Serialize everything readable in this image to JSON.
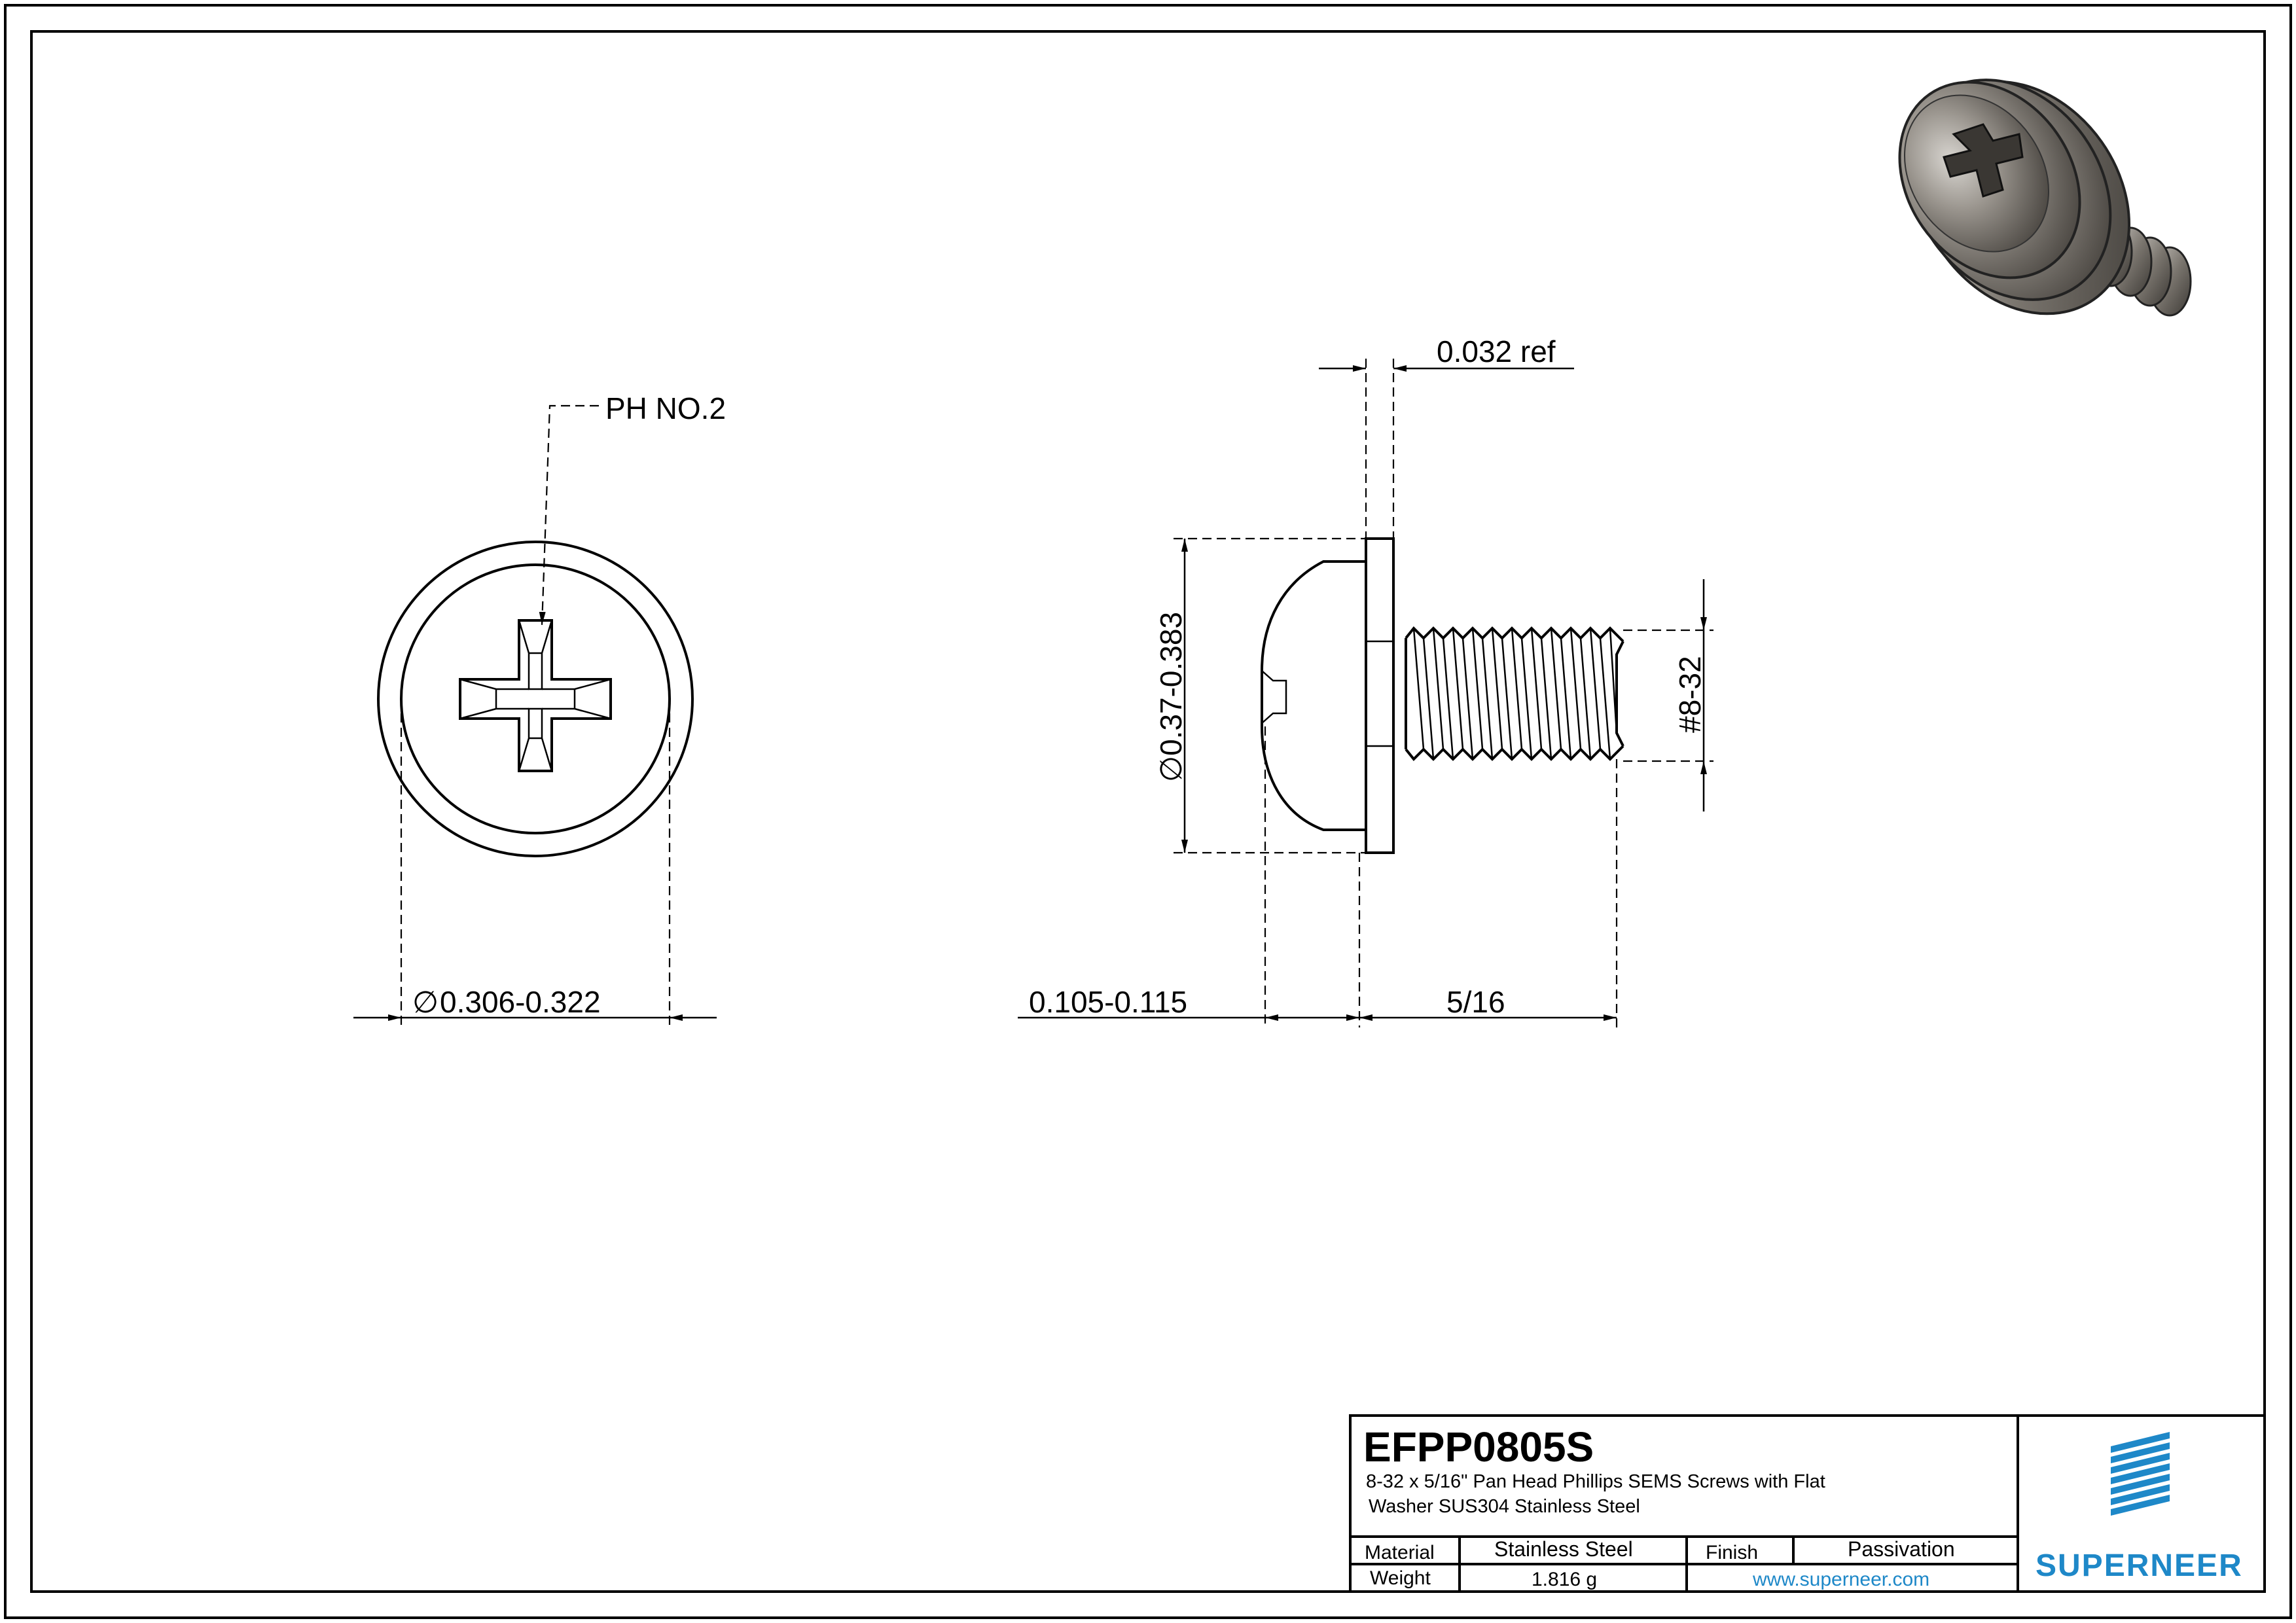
{
  "front_view": {
    "callout": "PH NO.2",
    "diameter_dim": "0.306-0.322"
  },
  "side_view": {
    "washer_thickness": "0.032 ref",
    "head_diameter": "0.37-0.383",
    "thread_size": "#8-32",
    "head_height": "0.105-0.115",
    "length": "5/16"
  },
  "diameter_symbol": "∅",
  "title_block": {
    "part_number": "EFPP0805S",
    "description_line1": "8-32 x 5/16\" Pan Head Phillips SEMS Screws with Flat",
    "description_line2": "Washer SUS304 Stainless Steel",
    "material_label": "Material",
    "material_value": "Stainless Steel",
    "finish_label": "Finish",
    "finish_value": "Passivation",
    "weight_label": "Weight",
    "weight_value": "1.816 g",
    "website": "www.superneer.com",
    "logo_text": "SUPERNEER"
  },
  "colors": {
    "line": "#000000",
    "brand": "#1e88c8"
  }
}
